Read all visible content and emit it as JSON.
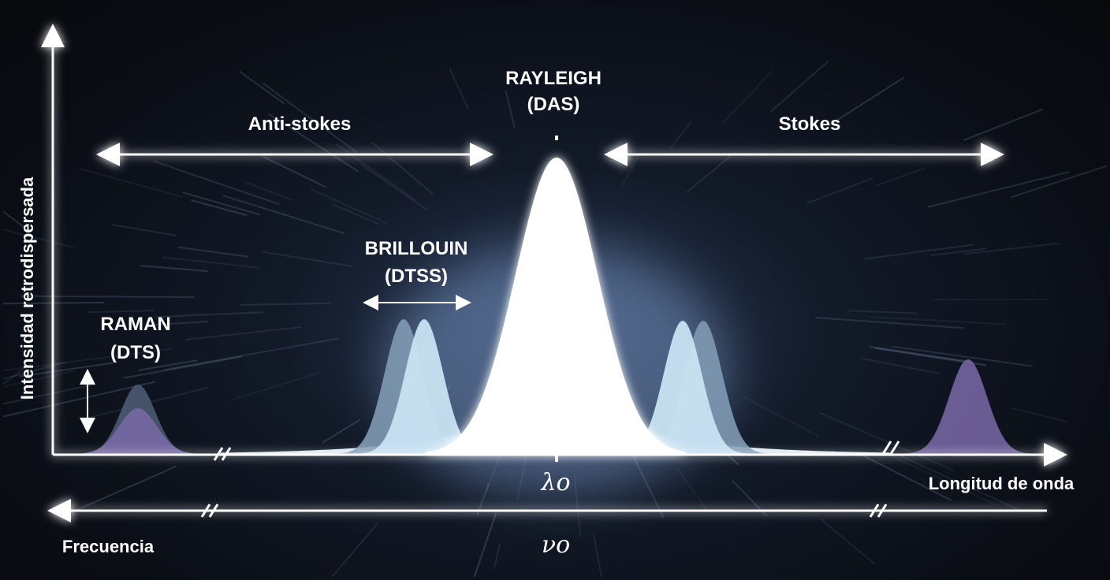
{
  "labels": {
    "y_axis": "Intensidad retrodispersada",
    "x_axis": "Longitud de onda",
    "freq_axis": "Frecuencia",
    "lambda0": "λo",
    "nu0": "νo",
    "anti_stokes": "Anti-stokes",
    "stokes": "Stokes",
    "rayleigh": "RAYLEIGH",
    "rayleigh_sub": "(DAS)",
    "brillouin": "BRILLOUIN",
    "brillouin_sub": "(DTSS)",
    "raman": "RAMAN",
    "raman_sub": "(DTS)"
  },
  "colors": {
    "rayleigh": "#ffffff",
    "brillouin": "#c9e3f2",
    "brillouin_shadow": "#7f9ab3",
    "raman": "#7a6aa8",
    "raman_shadow": "#4b5a72",
    "axis": "#ffffff"
  }
}
